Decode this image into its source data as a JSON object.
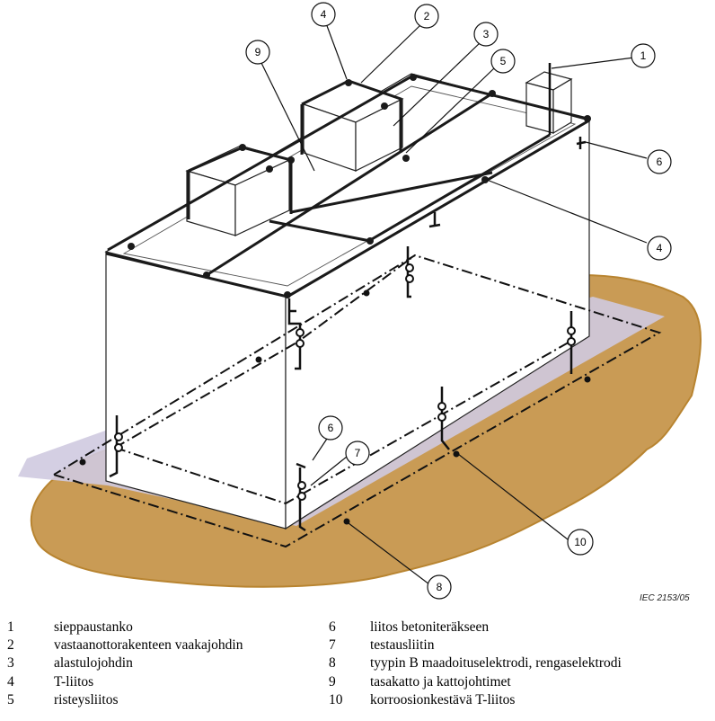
{
  "figure": {
    "credit": "IEC  2153/05",
    "callouts": [
      {
        "id": "c1",
        "label": "1"
      },
      {
        "id": "c2",
        "label": "2"
      },
      {
        "id": "c3",
        "label": "3"
      },
      {
        "id": "c4a",
        "label": "4"
      },
      {
        "id": "c5",
        "label": "5"
      },
      {
        "id": "c6a",
        "label": "6"
      },
      {
        "id": "c9",
        "label": "9"
      },
      {
        "id": "c4b",
        "label": "4"
      },
      {
        "id": "c10",
        "label": "10"
      },
      {
        "id": "c6b",
        "label": "6"
      },
      {
        "id": "c7",
        "label": "7"
      },
      {
        "id": "c8",
        "label": "8"
      }
    ],
    "colors": {
      "ground": "#c99b55",
      "ground_edge": "#b88430",
      "shadow": "#c9c4dc",
      "line": "#1a1a1a",
      "building": "#ffffff"
    }
  },
  "legend": {
    "left": [
      {
        "num": "1",
        "text": "sieppaustanko"
      },
      {
        "num": "2",
        "text": "vastaanottorakenteen vaakajohdin"
      },
      {
        "num": "3",
        "text": "alastulojohdin"
      },
      {
        "num": "4",
        "text": "T-liitos"
      },
      {
        "num": "5",
        "text": "risteysliitos"
      }
    ],
    "right": [
      {
        "num": "6",
        "text": "liitos betoniteräkseen"
      },
      {
        "num": "7",
        "text": "testausliitin"
      },
      {
        "num": "8",
        "text": "tyypin B maadoituselektrodi, rengaselektrodi"
      },
      {
        "num": "9",
        "text": "tasakatto ja kattojohtimet"
      },
      {
        "num": "10",
        "text": "korroosionkestävä T-liitos"
      }
    ]
  }
}
